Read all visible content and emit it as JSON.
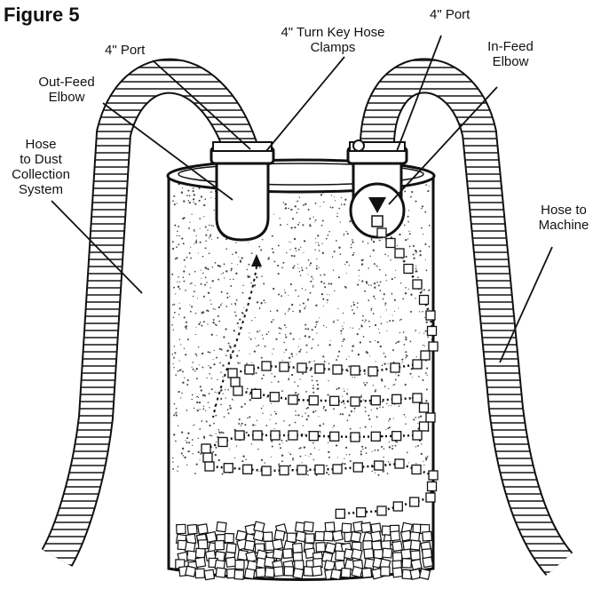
{
  "figure_title": "Figure 5",
  "labels": {
    "port_left": "4\" Port",
    "port_right": "4\" Port",
    "clamps": "4\" Turn Key Hose\nClamps",
    "outfeed": "Out-Feed\nElbow",
    "infeed": "In-Feed\nElbow",
    "hose_dust": "Hose\nto Dust\nCollection\nSystem",
    "hose_machine": "Hose to\nMachine"
  },
  "colors": {
    "ink": "#111111",
    "paper": "#ffffff",
    "speckle": "#555555"
  }
}
